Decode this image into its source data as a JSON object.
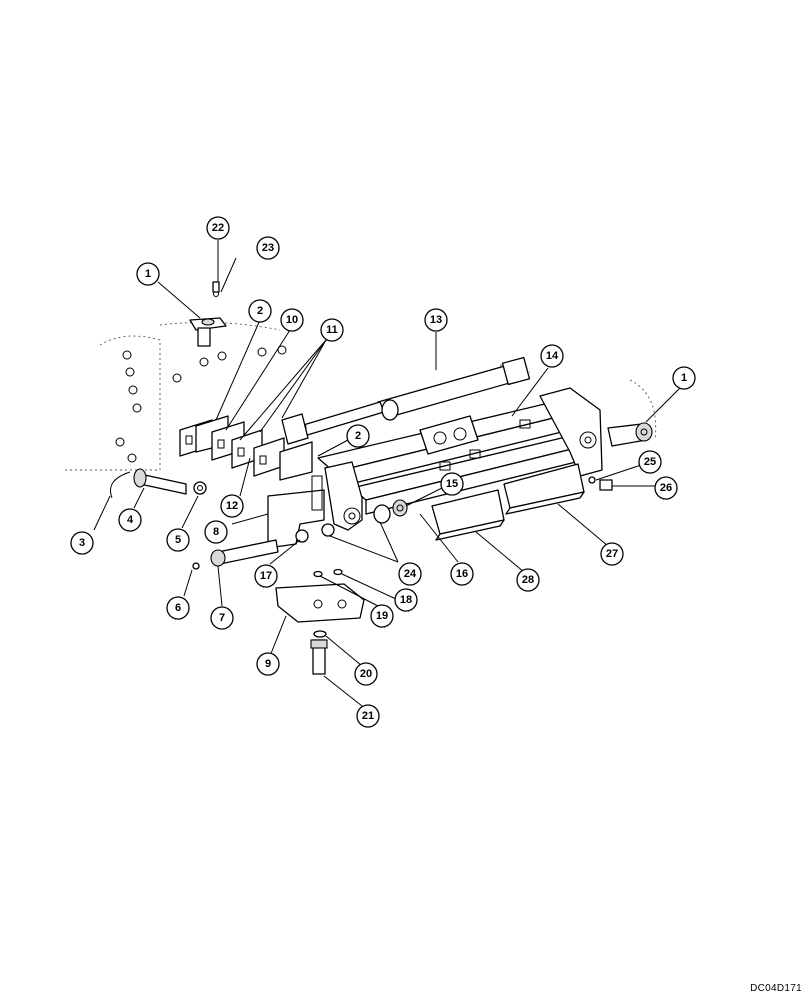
{
  "drawing": {
    "code": "DC04D171"
  },
  "callouts": [
    {
      "id": "callout-1-left",
      "label": "1"
    },
    {
      "id": "callout-1-right",
      "label": "1"
    },
    {
      "id": "callout-2-upper",
      "label": "2"
    },
    {
      "id": "callout-2-lower",
      "label": "2"
    },
    {
      "id": "callout-3",
      "label": "3"
    },
    {
      "id": "callout-4",
      "label": "4"
    },
    {
      "id": "callout-5",
      "label": "5"
    },
    {
      "id": "callout-6",
      "label": "6"
    },
    {
      "id": "callout-7",
      "label": "7"
    },
    {
      "id": "callout-8",
      "label": "8"
    },
    {
      "id": "callout-9",
      "label": "9"
    },
    {
      "id": "callout-10",
      "label": "10"
    },
    {
      "id": "callout-11",
      "label": "11"
    },
    {
      "id": "callout-12",
      "label": "12"
    },
    {
      "id": "callout-13",
      "label": "13"
    },
    {
      "id": "callout-14",
      "label": "14"
    },
    {
      "id": "callout-15",
      "label": "15"
    },
    {
      "id": "callout-16",
      "label": "16"
    },
    {
      "id": "callout-17",
      "label": "17"
    },
    {
      "id": "callout-18",
      "label": "18"
    },
    {
      "id": "callout-19",
      "label": "19"
    },
    {
      "id": "callout-20",
      "label": "20"
    },
    {
      "id": "callout-21",
      "label": "21"
    },
    {
      "id": "callout-22",
      "label": "22"
    },
    {
      "id": "callout-23",
      "label": "23"
    },
    {
      "id": "callout-24",
      "label": "24"
    },
    {
      "id": "callout-25",
      "label": "25"
    },
    {
      "id": "callout-26",
      "label": "26"
    },
    {
      "id": "callout-27",
      "label": "27"
    },
    {
      "id": "callout-28",
      "label": "28"
    }
  ]
}
